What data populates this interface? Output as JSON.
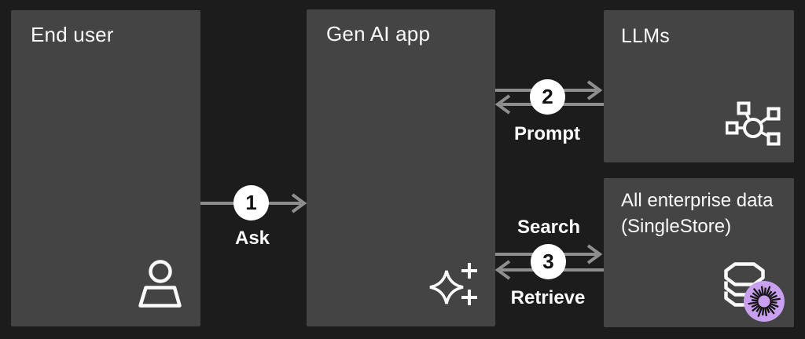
{
  "colors": {
    "background": "#1c1c1c",
    "box_fill": "#444444",
    "arrow_gray": "#8e8e8e",
    "step_circle_fill": "#ffffff",
    "step_number_color": "#111111",
    "text_color": "#fafafa",
    "badge_purple": "#c8a0ef"
  },
  "boxes": {
    "end_user": {
      "title": "End user",
      "icon": "user-icon"
    },
    "gen_ai_app": {
      "title": "Gen AI app",
      "icon": "sparkle-icon"
    },
    "llms": {
      "title": "LLMs",
      "icon": "network-nodes-icon"
    },
    "enterprise": {
      "title_line1": "All enterprise data",
      "title_line2": "(SingleStore)",
      "icon": "database-icon",
      "badge_icon": "singlestore-starburst-icon"
    }
  },
  "flows": {
    "ask": {
      "step": "1",
      "label": "Ask"
    },
    "prompt": {
      "step": "2",
      "label": "Prompt"
    },
    "search_retrieve": {
      "step": "3",
      "label_top": "Search",
      "label_bottom": "Retrieve"
    }
  }
}
